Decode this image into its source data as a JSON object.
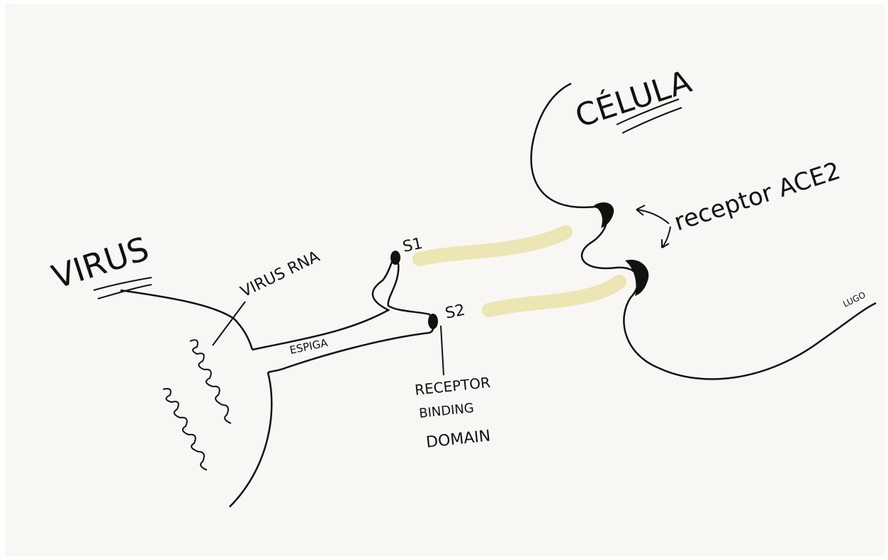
{
  "labels": {
    "virus": "VIRUS",
    "virus_rna": "VIRUS RNA",
    "espiga": "ESPIGA",
    "s1": "S1",
    "s2": "S2",
    "rbd_line1": "RECEPTOR",
    "rbd_line2": "BINDING",
    "rbd_line3": "DOMAIN",
    "celula": "CÉLULA",
    "receptor_ace2": "receptor ACE2",
    "signature": "LUGO"
  },
  "colors": {
    "ink": "#111111",
    "paper": "#f8f7f3",
    "highlight": "#ece5b4"
  }
}
